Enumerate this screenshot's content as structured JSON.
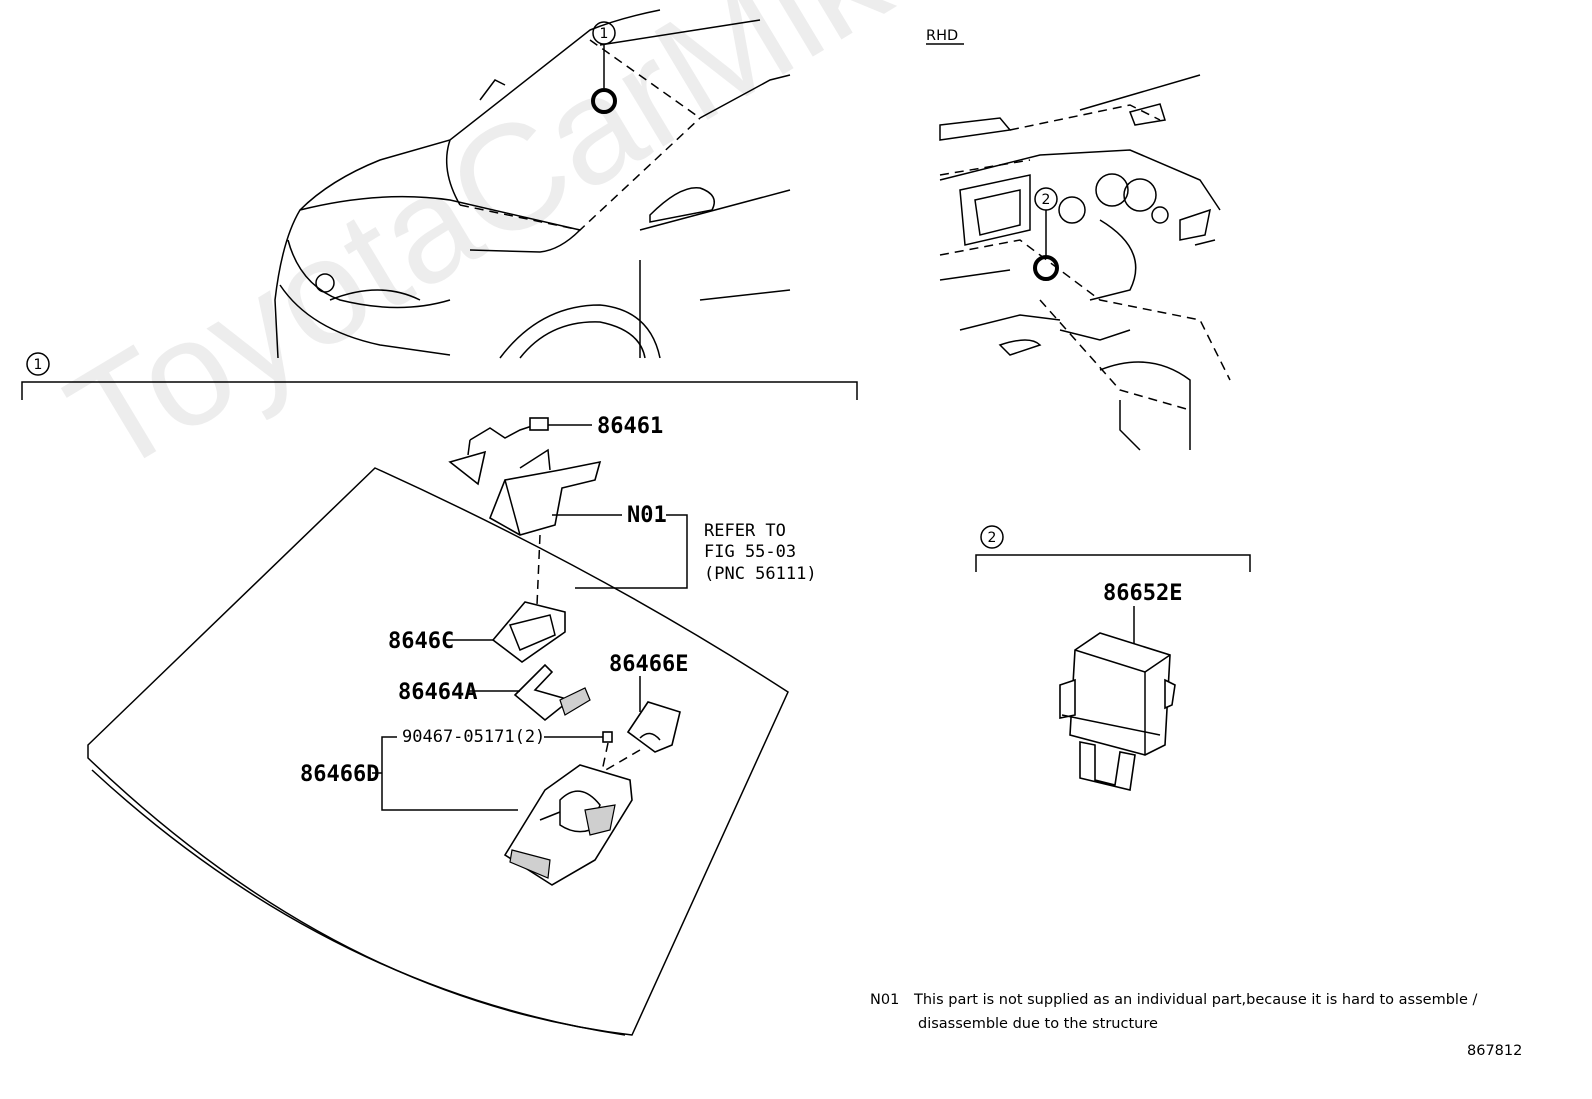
{
  "watermark": "ToyotaCarMike.ru",
  "rhd_label": "RHD",
  "callouts": {
    "one": "1",
    "two": "2"
  },
  "parts": {
    "p86461": "86461",
    "n01": "N01",
    "refer": [
      "REFER TO",
      "FIG 55-03",
      "(PNC 56111)"
    ],
    "p8646c": "8646C",
    "p86464a": "86464A",
    "p86466e": "86466E",
    "p90467": "90467-05171(2)",
    "p86466d": "86466D",
    "p86652e": "86652E"
  },
  "note": {
    "code": "N01",
    "line1": "This part is not supplied as an individual part,because it is hard to assemble /",
    "line2": "disassemble due to the structure"
  },
  "figure_number": "867812"
}
